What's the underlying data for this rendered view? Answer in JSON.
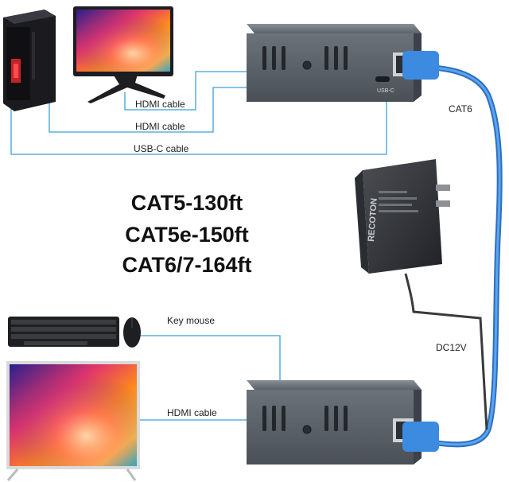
{
  "labels": {
    "hdmi_cable_1": "HDMI cable",
    "hdmi_cable_2": "HDMI cable",
    "usbc_cable": "USB-C cable",
    "cat6": "CAT6",
    "dc12v": "DC12V",
    "key_mouse": "Key mouse",
    "hdmi_cable_3": "HDMI cable",
    "usbc_port": "USB-C"
  },
  "specs": {
    "line1": "CAT5-130ft",
    "line2": "CAT5e-150ft",
    "line3": "CAT6/7-164ft"
  },
  "adapter_brand": "RECOTON",
  "colors": {
    "cable_blue": "#3b82d6",
    "line_blue": "#3aa0d8",
    "device_gray": "#5c636b",
    "dc_cord": "#3a3a3a"
  },
  "icons": [
    "desktop-tower-icon",
    "monitor-icon",
    "transmitter-box-icon",
    "power-adapter-icon",
    "keyboard-icon",
    "mouse-icon",
    "tv-icon",
    "receiver-box-icon"
  ]
}
